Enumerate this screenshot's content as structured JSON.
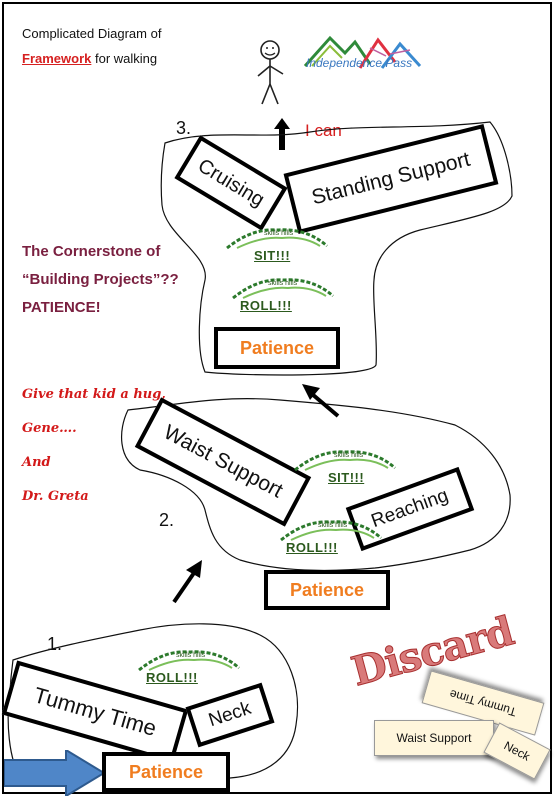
{
  "header": {
    "line1": "Complicated Diagram of",
    "framework_word": "Framework",
    "line2_rest": " for walking"
  },
  "logo": {
    "text": "Independence Pass"
  },
  "goal": {
    "label": "I can"
  },
  "steps": {
    "one": "1.",
    "two": "2.",
    "three": "3."
  },
  "stage1": {
    "tummy_time": "Tummy Time",
    "neck": "Neck",
    "patience": "Patience",
    "stamp": "ROLL!!!"
  },
  "stage2": {
    "waist_support": "Waist Support",
    "reaching": "Reaching",
    "patience": "Patience",
    "stamp_sit": "SIT!!!",
    "stamp_roll": "ROLL!!!"
  },
  "stage3": {
    "cruising": "Cruising",
    "standing_support": "Standing Support",
    "patience": "Patience",
    "stamp_sit": "SIT!!!",
    "stamp_roll": "ROLL!!!"
  },
  "stamp_caption": "skills hills",
  "cornerstone": {
    "line1": "The Cornerstone of",
    "line2": "“Building Projects”??",
    "line3": "PATIENCE!"
  },
  "note": {
    "line1": "Give that kid a hug,",
    "line2": "Gene….",
    "line3": "And",
    "line4": "Dr. Greta"
  },
  "discard": {
    "title": "Discard",
    "items": [
      "Tummy Time",
      "Waist Support",
      "Neck"
    ]
  },
  "colors": {
    "red": "#d62020",
    "orange": "#f07d20",
    "maroon": "#7a2040",
    "blue_arrow": "#4f86c8",
    "green": "#2c7a2c"
  }
}
